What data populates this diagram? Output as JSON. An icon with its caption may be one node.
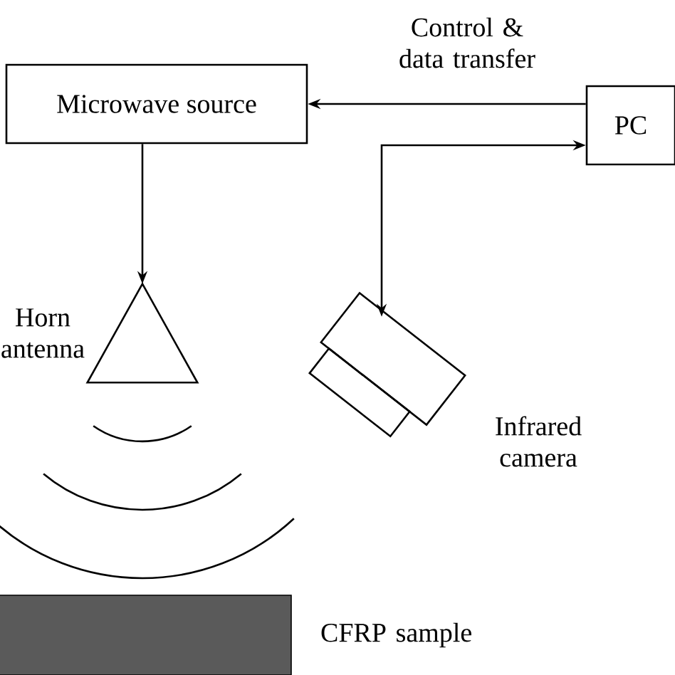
{
  "diagram": {
    "nodes": [
      {
        "text": [
          "Microwave source"
        ]
      },
      {
        "text": [
          "PC"
        ]
      },
      {
        "text": [],
        "shape": "triangle",
        "beside": [
          "Horn antenna"
        ]
      },
      {
        "text": [],
        "shape": "picture",
        "beside": [
          "Infrared camera"
        ]
      },
      {
        "text": [],
        "shape": "bar",
        "beside": [
          "CFRP sample"
        ]
      }
    ],
    "edges": [
      {
        "from": 1,
        "to": 0,
        "arrow": "to",
        "label": "Control & data transfer"
      },
      {
        "from": 0,
        "to": 2,
        "arrow": "to"
      },
      {
        "from": 1,
        "to": 3,
        "arrow": "both"
      }
    ]
  }
}
